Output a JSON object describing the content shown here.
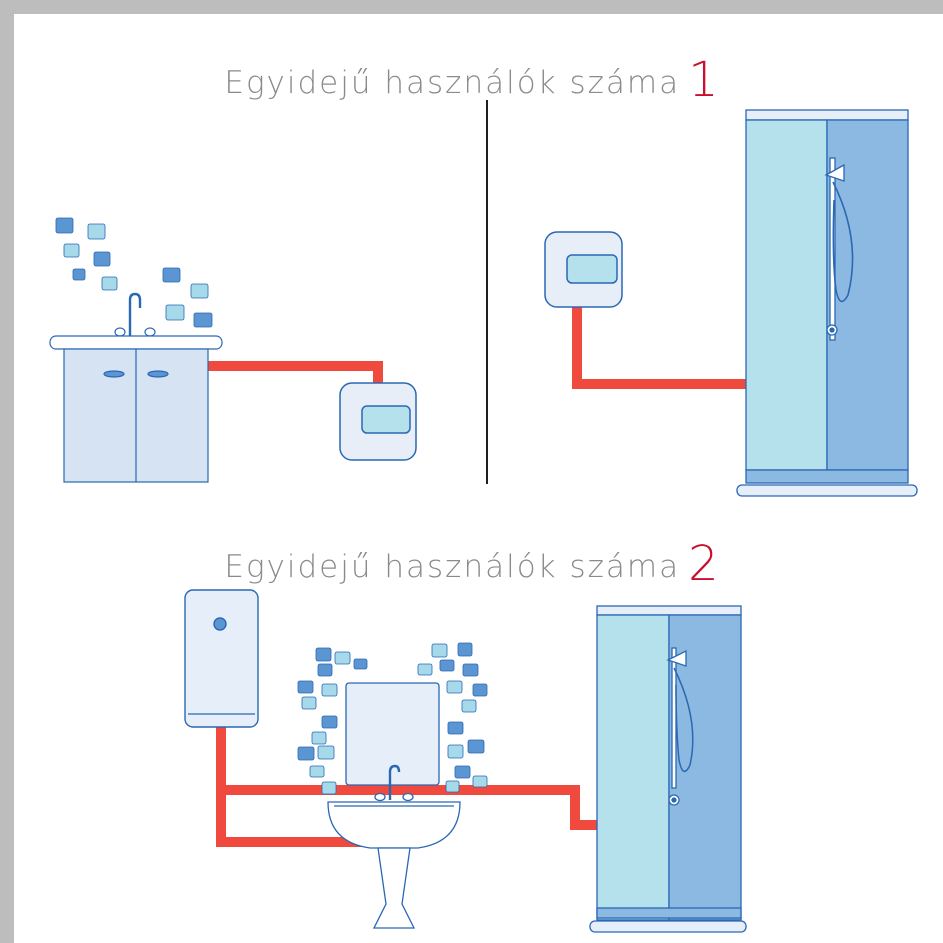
{
  "titles": [
    {
      "label": "Egyidejű használók száma",
      "number": "1"
    },
    {
      "label": "Egyidejű használók száma",
      "number": "2"
    }
  ],
  "colors": {
    "frame": "#bdbdbd",
    "pipe": "#ef4a3d",
    "number": "#c8102e",
    "title_text": "#8a8a8a",
    "outline": "#2a68b4",
    "cabinet": "#d6e3f3",
    "glass_light": "#b4e1ec",
    "glass_dark": "#8cb9e2",
    "tile_dark": "#5b96d2",
    "tile_light": "#a6d9ea",
    "mirror": "#e6eef9"
  },
  "icons": [
    "vanity-sink-icon",
    "instant-water-heater-icon",
    "shower-cabin-icon",
    "storage-water-heater-icon",
    "pedestal-sink-icon",
    "mirror-icon",
    "wall-tiles-icon"
  ]
}
